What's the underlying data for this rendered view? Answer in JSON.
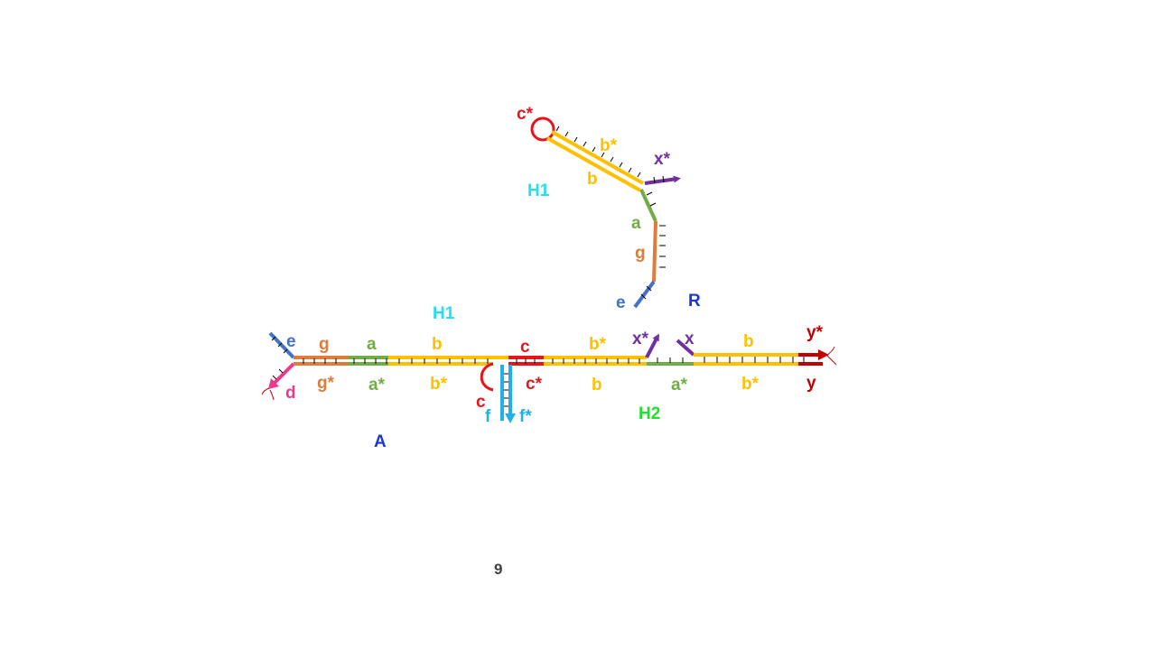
{
  "colors": {
    "e": "#4472C4",
    "g": "#E07B39",
    "a": "#70AD47",
    "b": "#FFC000",
    "c": "#E8141B",
    "x": "#7030A0",
    "y": "#C00000",
    "d": "#F0388C",
    "f": "#1FB1E8",
    "H1": "#22E0F0",
    "H2": "#22E030",
    "name": "#1A37D6",
    "page": "#404040"
  },
  "labels": {
    "hairpin_c_star": "c*",
    "hairpin_b_star": "b*",
    "hairpin_b": "b",
    "hairpin_x_star": "x*",
    "hairpin_H1": "H1",
    "hairpin_a": "a",
    "hairpin_g": "g",
    "hairpin_e": "e",
    "R": "R",
    "H1": "H1",
    "top_e": "e",
    "top_g": "g",
    "top_a": "a",
    "top_b": "b",
    "top_c": "c",
    "top_b_star": "b*",
    "top_x_star": "x*",
    "top_x": "x",
    "top_b2": "b",
    "top_y_star": "y*",
    "bot_d": "d",
    "bot_g_star": "g*",
    "bot_a_star": "a*",
    "bot_b_star": "b*",
    "bot_c": "c",
    "bot_c_star": "c*",
    "bot_b": "b",
    "bot_a_star2": "a*",
    "bot_b_star2": "b*",
    "bot_y": "y",
    "f": "f",
    "f_star": "f*",
    "H2": "H2",
    "A": "A",
    "page_number": "9"
  }
}
